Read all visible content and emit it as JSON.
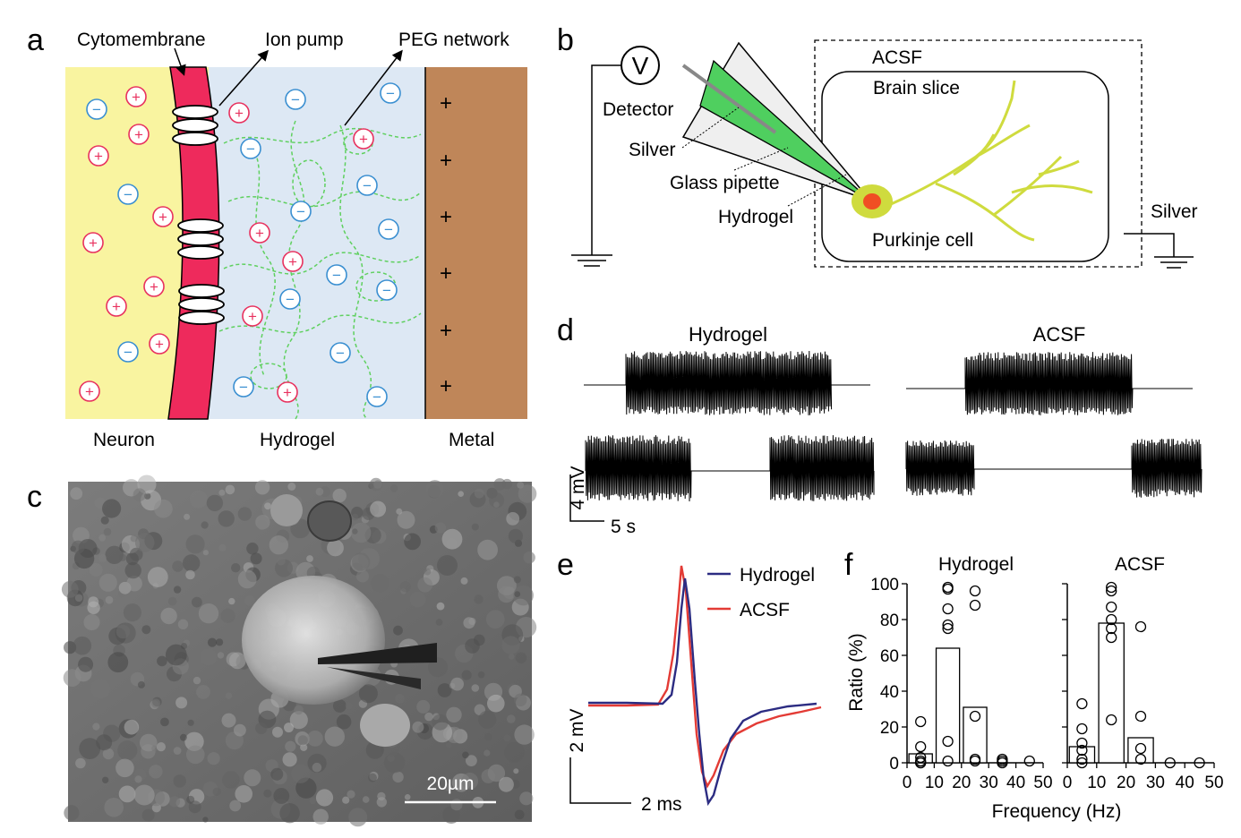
{
  "panel_a": {
    "letter": "a",
    "labels": {
      "cytomembrane": "Cytomembrane",
      "ion_pump": "Ion pump",
      "peg": "PEG network"
    },
    "regions": {
      "neuron": "Neuron",
      "hydrogel": "Hydrogel",
      "metal": "Metal"
    },
    "colors": {
      "neuron": "#f9f4a0",
      "hydrogel": "#dde8f4",
      "metal": "#bf8659",
      "membrane": "#ee2a5c",
      "peg": "#5fd05f",
      "cation": "#e8315e",
      "anion": "#3a8fd1"
    },
    "cation_symbol": "+",
    "anion_symbol": "−",
    "metal_charge": "+"
  },
  "panel_b": {
    "letter": "b",
    "labels": {
      "v": "V",
      "detector": "Detector",
      "silver1": "Silver",
      "glass": "Glass pipette",
      "hydrogel": "Hydrogel",
      "acsf": "ACSF",
      "slice": "Brain slice",
      "purkinje": "Purkinje cell",
      "silver2": "Silver"
    }
  },
  "panel_c": {
    "letter": "c",
    "scale": "20µm"
  },
  "panel_d": {
    "letter": "d",
    "hydrogel": "Hydrogel",
    "acsf": "ACSF",
    "scale_v": "4 mV",
    "scale_t": "5 s"
  },
  "panel_e": {
    "letter": "e",
    "legend": [
      "Hydrogel",
      "ACSF"
    ],
    "colors": [
      "#2c2c82",
      "#e33b35"
    ],
    "scale_v": "2 mV",
    "scale_t": "2 ms"
  },
  "panel_f": {
    "letter": "f"
  },
  "chart_data": [
    {
      "type": "bar",
      "title": "Hydrogel",
      "xlabel": "Frequency (Hz)",
      "ylabel": "Ratio (%)",
      "xlim": [
        0,
        50
      ],
      "ylim": [
        0,
        100
      ],
      "xticks": [
        0,
        10,
        20,
        30,
        40,
        50
      ],
      "yticks": [
        0,
        20,
        40,
        60,
        80,
        100
      ],
      "bins": [
        5,
        15,
        25,
        35,
        45
      ],
      "values": [
        5,
        64,
        31,
        0,
        0
      ],
      "points": [
        [
          5,
          23
        ],
        [
          5,
          9
        ],
        [
          5,
          3
        ],
        [
          5,
          1
        ],
        [
          5,
          0
        ],
        [
          5,
          0
        ],
        [
          15,
          98
        ],
        [
          15,
          97
        ],
        [
          15,
          86
        ],
        [
          15,
          77
        ],
        [
          15,
          75
        ],
        [
          15,
          12
        ],
        [
          15,
          1
        ],
        [
          25,
          96
        ],
        [
          25,
          88
        ],
        [
          25,
          26
        ],
        [
          25,
          2
        ],
        [
          25,
          1
        ],
        [
          35,
          2
        ],
        [
          35,
          1
        ],
        [
          35,
          0
        ],
        [
          45,
          1
        ]
      ]
    },
    {
      "type": "bar",
      "title": "ACSF",
      "xlabel": "Frequency (Hz)",
      "ylabel": "",
      "xlim": [
        0,
        50
      ],
      "ylim": [
        0,
        100
      ],
      "xticks": [
        0,
        10,
        20,
        30,
        40,
        50
      ],
      "yticks": [
        0,
        20,
        40,
        60,
        80,
        100
      ],
      "bins": [
        5,
        15,
        25,
        35,
        45
      ],
      "values": [
        9,
        78,
        14,
        0,
        0
      ],
      "points": [
        [
          5,
          33
        ],
        [
          5,
          19
        ],
        [
          5,
          11
        ],
        [
          5,
          7
        ],
        [
          5,
          2
        ],
        [
          5,
          0
        ],
        [
          15,
          98
        ],
        [
          15,
          96
        ],
        [
          15,
          87
        ],
        [
          15,
          80
        ],
        [
          15,
          75
        ],
        [
          15,
          70
        ],
        [
          15,
          24
        ],
        [
          25,
          76
        ],
        [
          25,
          26
        ],
        [
          25,
          8
        ],
        [
          25,
          2
        ],
        [
          35,
          0
        ],
        [
          45,
          0
        ]
      ]
    }
  ]
}
